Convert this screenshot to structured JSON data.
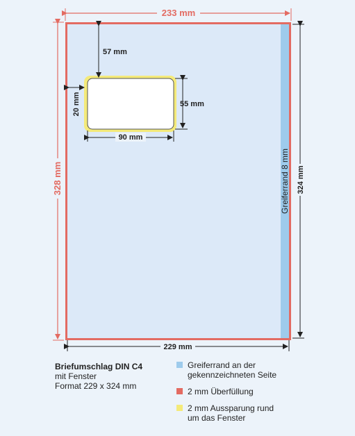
{
  "dims": {
    "outer_width": "233 mm",
    "outer_height": "328 mm",
    "inner_width": "229 mm",
    "inner_height": "324 mm",
    "window_top": "57 mm",
    "window_left": "20 mm",
    "window_width": "90 mm",
    "window_height": "55 mm"
  },
  "gripper_label": "Greiferrand 8 mm",
  "caption": {
    "title": "Briefumschlag DIN C4",
    "line2": "mit Fenster",
    "line3": "Format 229 x 324 mm"
  },
  "legend": [
    {
      "line1": "Greiferrand an der",
      "line2": "gekennzeichneten Seite",
      "color": "#9ecbec"
    },
    {
      "line1": "2 mm Überfüllung",
      "line2": "",
      "color": "#e36b62"
    },
    {
      "line1": "2 mm Aussparung rund",
      "line2": "um das Fenster",
      "color": "#f4ea7a"
    }
  ],
  "colors": {
    "bleed": "#e36b62",
    "sheet": "#dce9f8",
    "gripper": "#9ecbec",
    "window_gap": "#f4ea7a",
    "dimension_line": "#222222",
    "outer_label": "#e36b62"
  }
}
